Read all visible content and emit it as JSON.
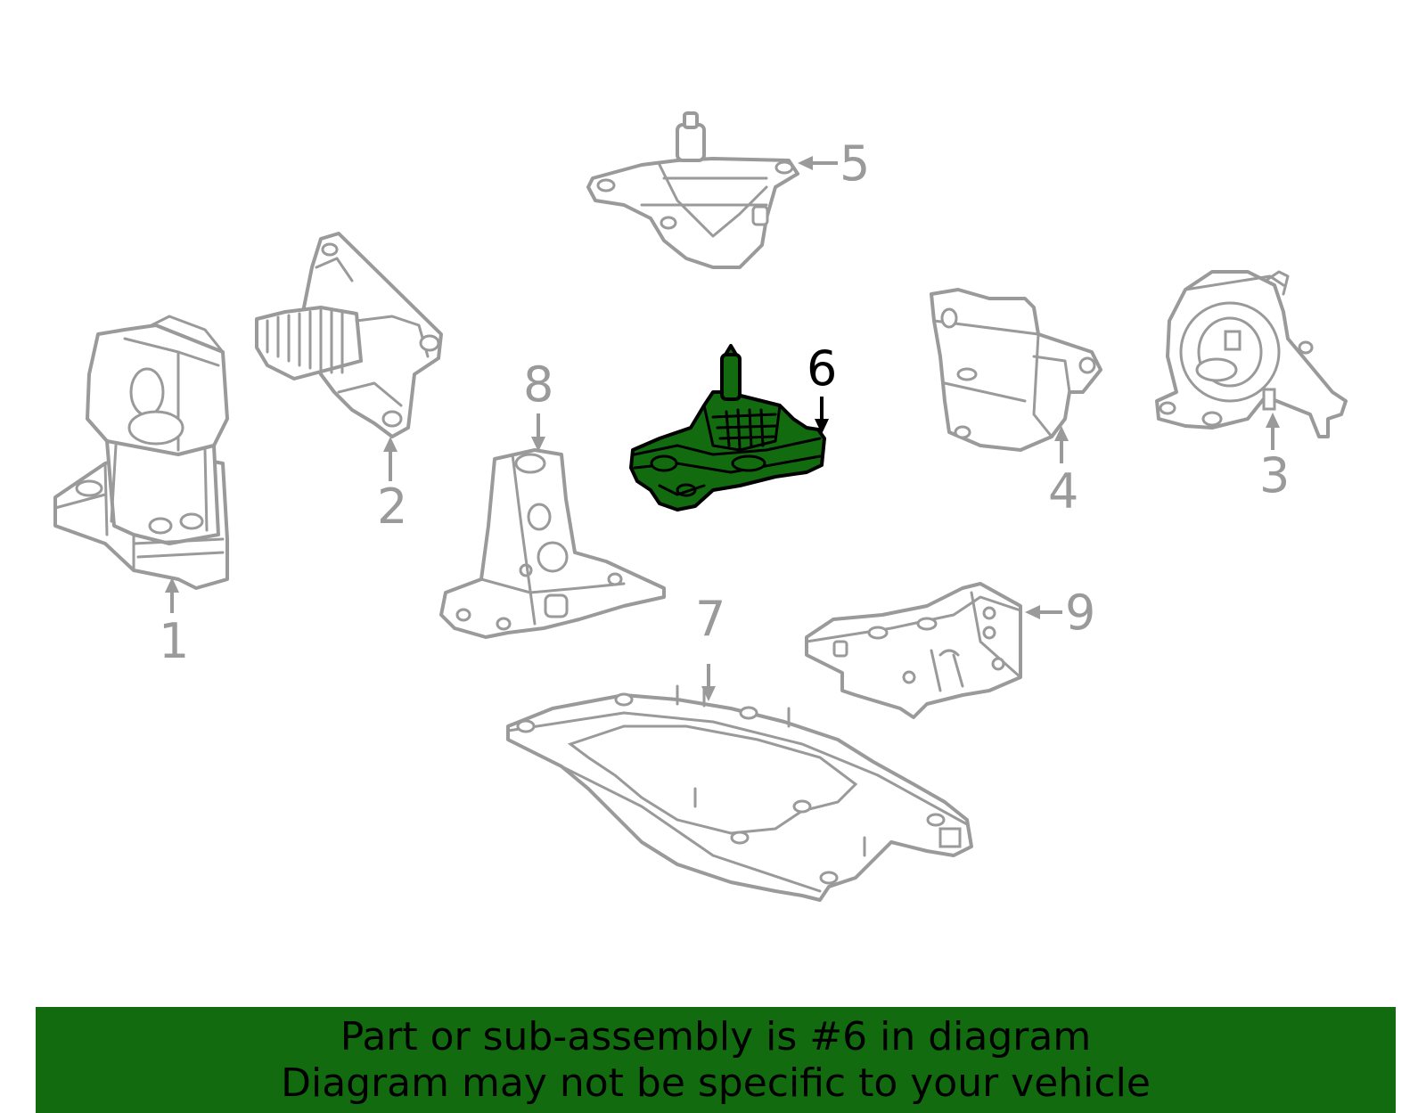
{
  "diagram": {
    "callouts": {
      "c1": "1",
      "c2": "2",
      "c3": "3",
      "c4": "4",
      "c5": "5",
      "c6": "6",
      "c7": "7",
      "c8": "8",
      "c9": "9"
    },
    "highlighted_callout": "6",
    "colors": {
      "highlight_fill": "#136b0f",
      "highlight_stroke": "#000000",
      "part_stroke": "#9a9a9a",
      "banner": "#136b0f"
    }
  },
  "footer": {
    "line1": "Part or sub-assembly is #6 in diagram",
    "line2": "Diagram may not be specific to your vehicle"
  }
}
